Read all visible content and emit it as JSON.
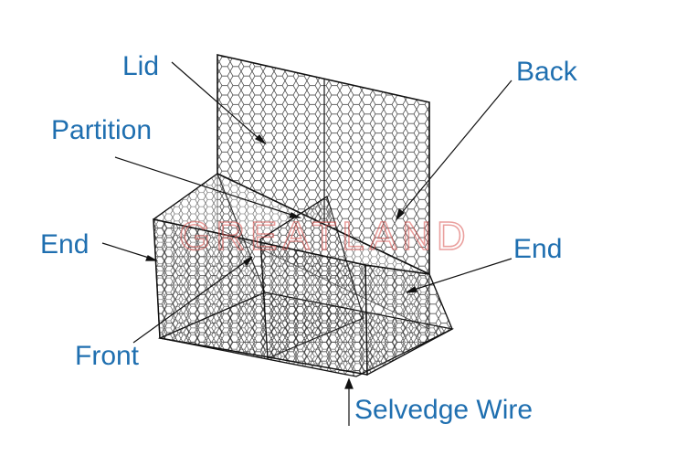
{
  "labels": {
    "lid": "Lid",
    "back": "Back",
    "partition": "Partition",
    "end_left": "End",
    "end_right": "End",
    "front": "Front",
    "selvedge_wire": "Selvedge Wire"
  },
  "watermark": "GREATLAND",
  "colors": {
    "label_text": "#1f6fb0",
    "mesh": "#333333",
    "frame": "#111111",
    "watermark_red": "#d9534f",
    "watermark_gray": "#999999"
  }
}
